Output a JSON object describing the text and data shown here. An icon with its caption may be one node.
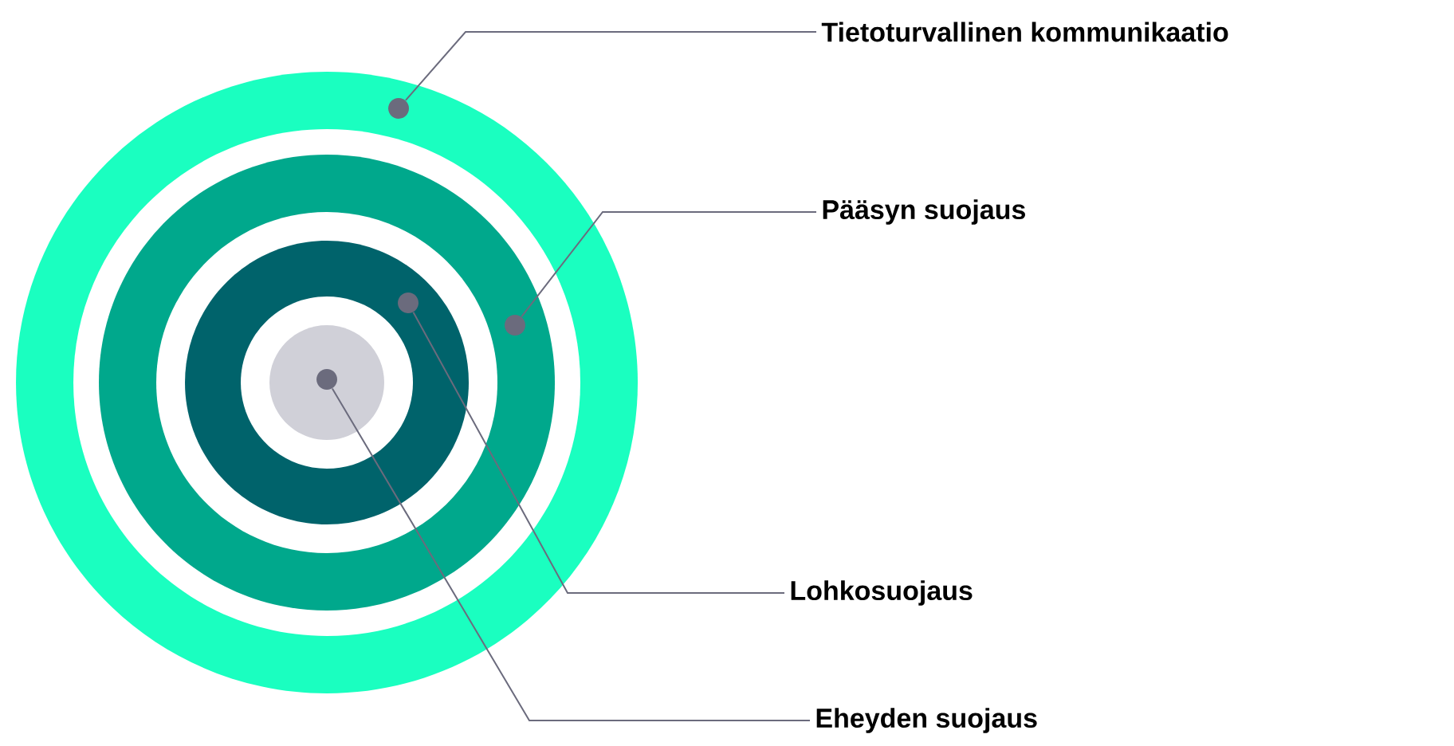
{
  "diagram": {
    "nodes": [
      {
        "text": [
          "Tietoturvallinen kommunikaatio"
        ]
      },
      {
        "text": [
          "Pääsyn suojaus"
        ]
      },
      {
        "text": [
          "Lohkosuojaus"
        ]
      },
      {
        "text": [
          "Eheyden suojaus"
        ]
      },
      {
        "text": [],
        "shape": "circle"
      },
      {
        "text": [],
        "shape": "circle"
      },
      {
        "text": [],
        "shape": "circle"
      },
      {
        "text": [],
        "shape": "circle"
      }
    ],
    "edges": [
      {
        "from": 0,
        "to": 4,
        "arrow": "none"
      },
      {
        "from": 1,
        "to": 5,
        "arrow": "none"
      },
      {
        "from": 2,
        "to": 6,
        "arrow": "none"
      },
      {
        "from": 3,
        "to": 7,
        "arrow": "none"
      }
    ]
  }
}
